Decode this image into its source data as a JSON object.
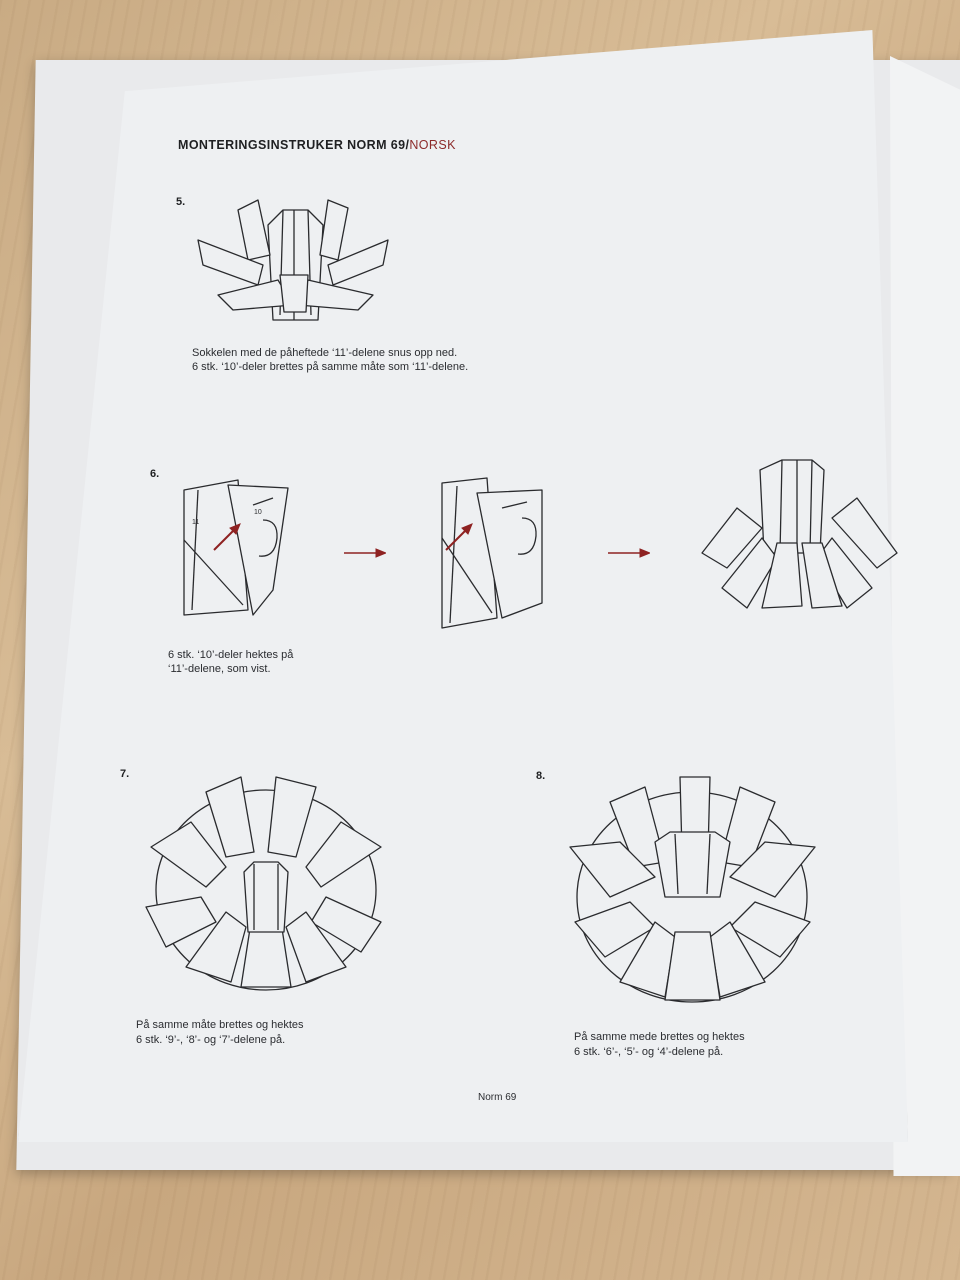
{
  "header": {
    "title": "MONTERINGSINSTRUKER NORM 69",
    "separator": "/",
    "language": "NORSK"
  },
  "steps": [
    {
      "number": "5.",
      "lines": [
        "Sokkelen med de påheftede ‘11’-delene snus opp ned.",
        "6 stk. ‘10’-deler brettes på samme måte som ‘11’-delene."
      ]
    },
    {
      "number": "6.",
      "lines": [
        "6 stk. ‘10’-deler hektes på",
        "‘11’-delene, som vist."
      ]
    },
    {
      "number": "7.",
      "lines": [
        "På samme måte brettes og hektes",
        "6 stk. ‘9’-, ‘8’- og ‘7’-delene på."
      ]
    },
    {
      "number": "8.",
      "lines": [
        "På samme mede brettes og hektes",
        "6 stk. ‘6’-, ‘5’- og ‘4’-delene på."
      ]
    }
  ],
  "figure_labels": {
    "part_11": "11",
    "part_10": "10"
  },
  "colors": {
    "accent": "#8e2222",
    "paper": "#eef0f2",
    "ink": "#2a2b2e"
  },
  "footer": {
    "page_label": "Norm 69"
  }
}
